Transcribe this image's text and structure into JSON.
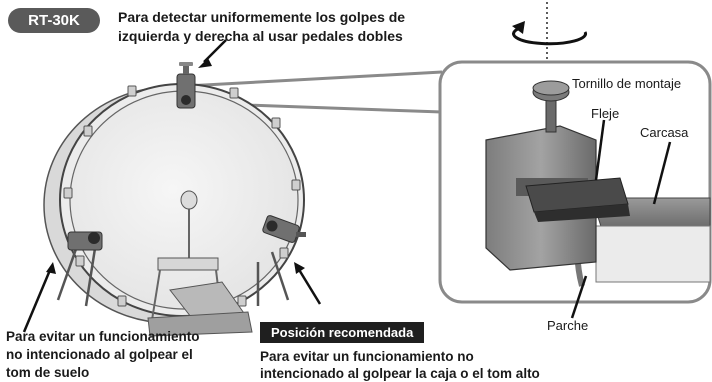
{
  "model_label": "RT-30K",
  "top_note": {
    "line1": "Para detectar uniformemente los golpes de",
    "line2": "izquierda y derecha al usar pedales dobles"
  },
  "left_note": {
    "line1": "Para evitar un funcionamiento",
    "line2": "no intencionado al golpear el",
    "line3": "tom de suelo"
  },
  "recommended_label": "Posición recomendada",
  "bottom_note": {
    "line1": "Para evitar un funcionamiento no",
    "line2": "intencionado al golpear la caja o el tom alto"
  },
  "detail_labels": {
    "screw": "Tornillo de montaje",
    "hoop": "Fleje",
    "shell": "Carcasa",
    "head": "Parche"
  }
}
